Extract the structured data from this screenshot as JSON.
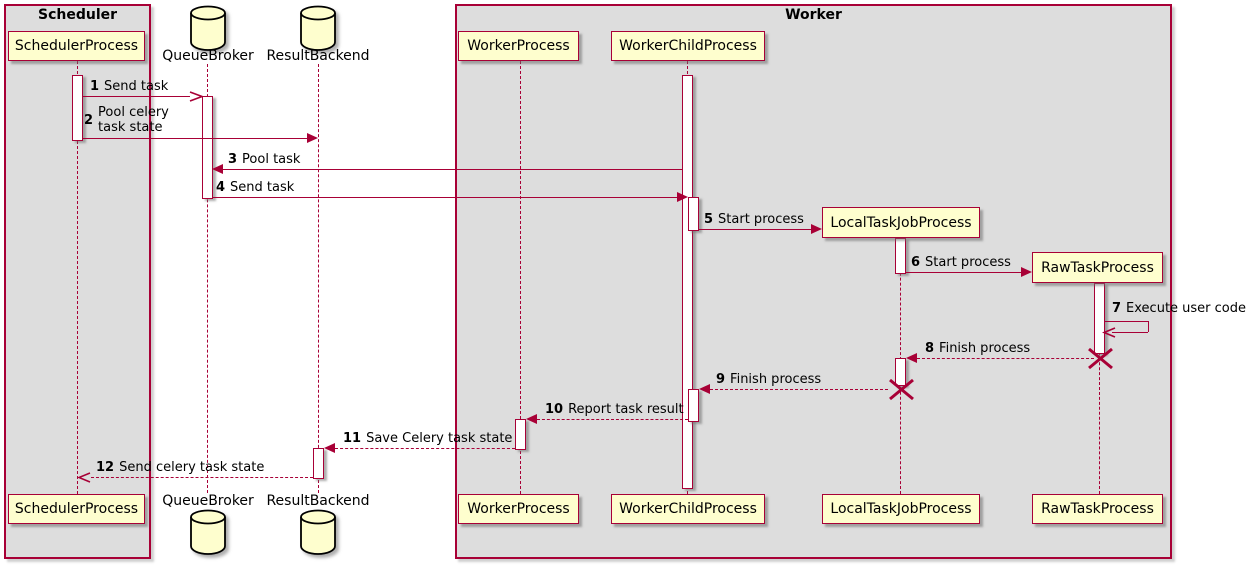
{
  "colors": {
    "accent": "#A80036",
    "participant_fill": "#FEFECE",
    "frame_fill": "#DDDDDD",
    "background": "#FFFFFF",
    "text": "#000000"
  },
  "frames": {
    "scheduler": {
      "title": "Scheduler"
    },
    "worker": {
      "title": "Worker"
    }
  },
  "participants": {
    "scheduler_process": {
      "label": "SchedulerProcess",
      "type": "box",
      "frame": "Scheduler"
    },
    "queue_broker": {
      "label": "QueueBroker",
      "type": "database"
    },
    "result_backend": {
      "label": "ResultBackend",
      "type": "database"
    },
    "worker_process": {
      "label": "WorkerProcess",
      "type": "box",
      "frame": "Worker"
    },
    "worker_child_process": {
      "label": "WorkerChildProcess",
      "type": "box",
      "frame": "Worker"
    },
    "local_task_job_process": {
      "label": "LocalTaskJobProcess",
      "type": "box",
      "frame": "Worker"
    },
    "raw_task_process": {
      "label": "RawTaskProcess",
      "type": "box",
      "frame": "Worker"
    }
  },
  "messages": [
    {
      "num": "1",
      "text": "Send task",
      "from": "SchedulerProcess",
      "to": "QueueBroker",
      "line": "solid",
      "head": "open"
    },
    {
      "num": "2",
      "text": "Pool celery task state",
      "line1": "Pool celery",
      "line2": "task state",
      "from": "SchedulerProcess",
      "to": "ResultBackend",
      "line": "solid",
      "head": "filled"
    },
    {
      "num": "3",
      "text": "Pool task",
      "from": "WorkerChildProcess",
      "to": "QueueBroker",
      "line": "solid",
      "head": "filled"
    },
    {
      "num": "4",
      "text": "Send task",
      "from": "QueueBroker",
      "to": "WorkerChildProcess",
      "line": "solid",
      "head": "filled"
    },
    {
      "num": "5",
      "text": "Start process",
      "from": "WorkerChildProcess",
      "to": "LocalTaskJobProcess",
      "line": "solid",
      "head": "filled"
    },
    {
      "num": "6",
      "text": "Start process",
      "from": "LocalTaskJobProcess",
      "to": "RawTaskProcess",
      "line": "solid",
      "head": "filled"
    },
    {
      "num": "7",
      "text": "Execute user code",
      "from": "RawTaskProcess",
      "to": "RawTaskProcess",
      "line": "solid",
      "head": "open",
      "self": true
    },
    {
      "num": "8",
      "text": "Finish process",
      "from": "RawTaskProcess",
      "to": "LocalTaskJobProcess",
      "line": "dashed",
      "head": "filled",
      "destroy_source": true
    },
    {
      "num": "9",
      "text": "Finish process",
      "from": "LocalTaskJobProcess",
      "to": "WorkerChildProcess",
      "line": "dashed",
      "head": "filled",
      "destroy_source": true
    },
    {
      "num": "10",
      "text": "Report task result",
      "from": "WorkerChildProcess",
      "to": "WorkerProcess",
      "line": "dashed",
      "head": "filled"
    },
    {
      "num": "11",
      "text": "Save Celery task state",
      "from": "WorkerProcess",
      "to": "ResultBackend",
      "line": "dashed",
      "head": "filled"
    },
    {
      "num": "12",
      "text": "Send celery task state",
      "from": "ResultBackend",
      "to": "SchedulerProcess",
      "line": "dashed",
      "head": "open"
    }
  ]
}
